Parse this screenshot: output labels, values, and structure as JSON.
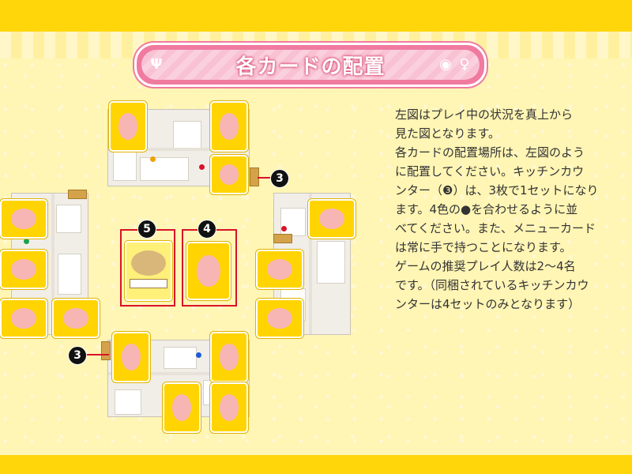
{
  "title": "各カードの配置",
  "description": [
    "左図はプレイ中の状況を真上から",
    "見た図となります。",
    "各カードの配置場所は、左図のよう",
    "に配置してください。キッチンカウ",
    "ンター（❸）は、3枚で1セットになり",
    "ます。4色の●を合わせるように並",
    "べてください。また、メニューカード",
    "は常に手で持つことになります。",
    "ゲームの推奨プレイ人数は2〜4名",
    "です。（同梱されているキッチンカウ",
    "ンターは4セットのみとなります）"
  ],
  "labels": {
    "counter_top": "3",
    "counter_bottom": "3",
    "menu": "5",
    "deck": "4"
  },
  "colors": {
    "band": "#ffd60a",
    "background": "#fff5b4",
    "banner": "#f07aa0",
    "card": "#ffd400",
    "frame": "#d9122b"
  },
  "icons": [
    "fork-icon",
    "whisk-icon",
    "spoon-icon"
  ]
}
